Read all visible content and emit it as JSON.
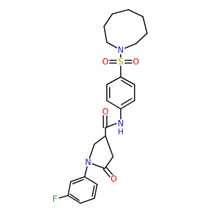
{
  "molecule": {
    "atoms": [
      {
        "id": "N_ring",
        "symbol": "N",
        "color": "#1f1fd6"
      },
      {
        "id": "S1",
        "symbol": "S",
        "color": "#b8a000"
      },
      {
        "id": "O_s1",
        "symbol": "O",
        "color": "#e01010"
      },
      {
        "id": "O_s2",
        "symbol": "O",
        "color": "#e01010"
      },
      {
        "id": "N_amide",
        "symbol": "N",
        "color": "#1f1fd6"
      },
      {
        "id": "H_amide",
        "symbol": "H",
        "color": "#1f1fd6"
      },
      {
        "id": "O_amide",
        "symbol": "O",
        "color": "#e01010"
      },
      {
        "id": "N_pyr",
        "symbol": "N",
        "color": "#1f1fd6"
      },
      {
        "id": "O_pyr",
        "symbol": "O",
        "color": "#e01010"
      },
      {
        "id": "F1",
        "symbol": "F",
        "color": "#1fa01f"
      }
    ]
  }
}
